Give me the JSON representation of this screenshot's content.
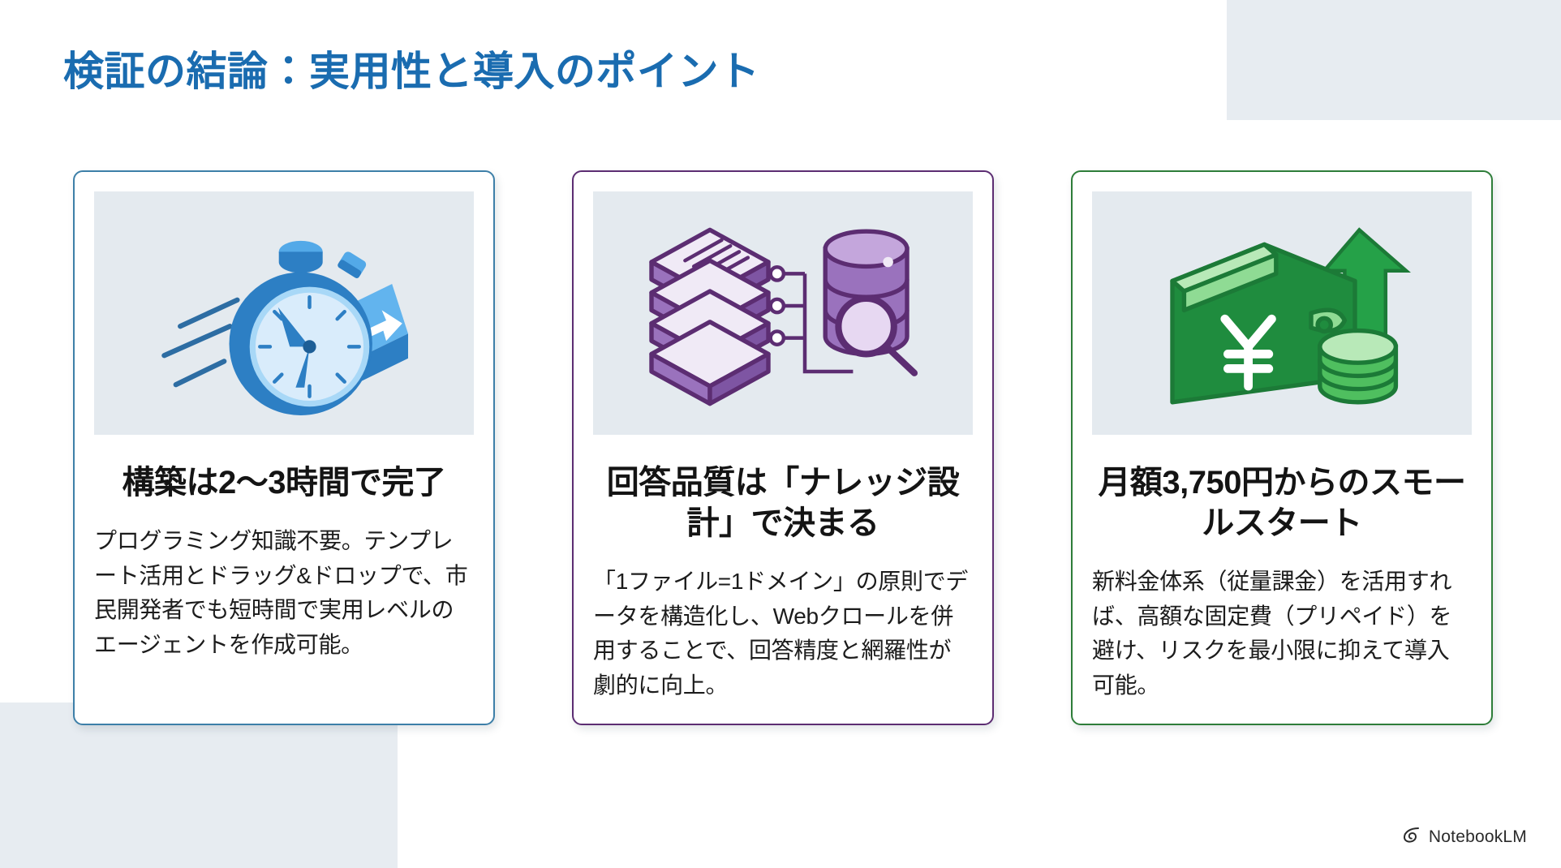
{
  "slide": {
    "title": "検証の結論：実用性と導入のポイント",
    "title_color": "#1a6cb0",
    "background_color": "#ffffff",
    "decor_block_color": "#e7ecf1"
  },
  "cards": [
    {
      "accent_color": "#3d7fa8",
      "icon_name": "stopwatch-speed-icon",
      "thumb_background": "#e4eaef",
      "heading": "構築は2〜3時間で完了",
      "body": "プログラミング知識不要。テンプレート活用とドラッグ&ドロップで、市民開発者でも短時間で実用レベルのエージェントを作成可能。"
    },
    {
      "accent_color": "#5c2d72",
      "icon_name": "server-stack-database-search-icon",
      "thumb_background": "#e4eaef",
      "heading": "回答品質は「ナレッジ設計」で決まる",
      "body": "「1ファイル=1ドメイン」の原則でデータを構造化し、Webクロールを併用することで、回答精度と網羅性が劇的に向上。"
    },
    {
      "accent_color": "#2e7d39",
      "icon_name": "wallet-yen-coins-growth-icon",
      "thumb_background": "#e4eaef",
      "heading": "月額3,750円からのスモールスタート",
      "body": "新料金体系（従量課金）を活用すれば、高額な固定費（プリペイド）を避け、リスクを最小限に抑えて導入可能。"
    }
  ],
  "watermark": {
    "label": "NotebookLM",
    "icon_name": "notebooklm-spiral-icon"
  }
}
